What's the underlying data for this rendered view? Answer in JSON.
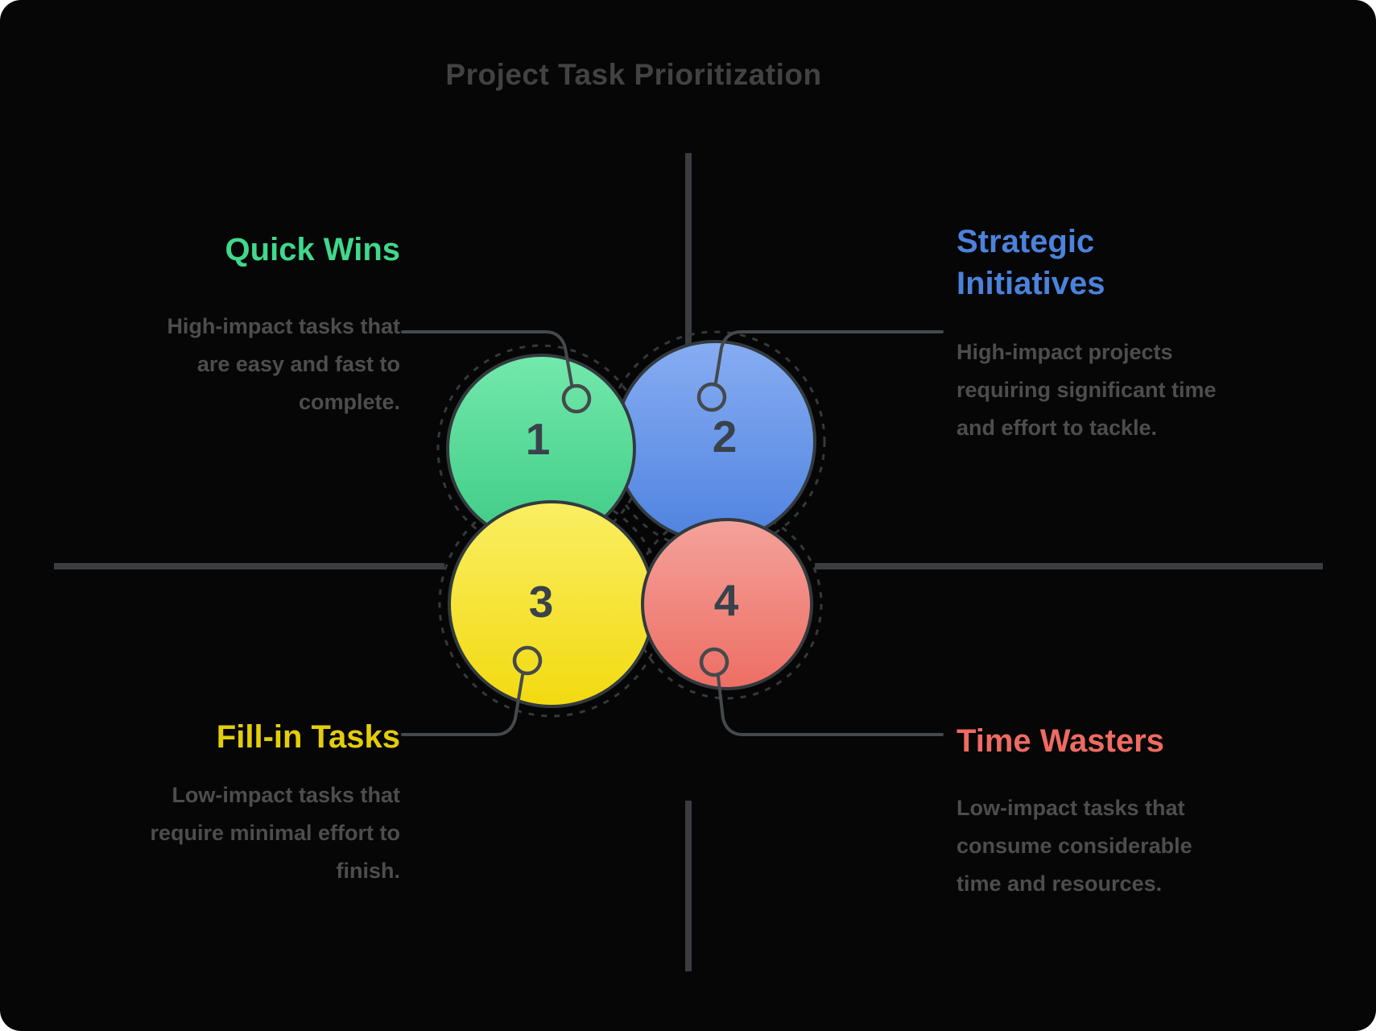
{
  "title": "Project Task Prioritization",
  "colors": {
    "background": "#060606",
    "title_text": "#424242",
    "description_text": "#4d4d4d",
    "axis_line": "#3a3d40",
    "connector_line": "#45494c",
    "number_text": "#39424a",
    "quick_wins_green": "#3fd98b",
    "strategic_blue": "#4b82dc",
    "fill_in_yellow": "#e3cd0a",
    "time_wasters_red": "#ee6b61"
  },
  "quadrants": [
    {
      "number": "1",
      "label": "Quick Wins",
      "label_color": "#3fd98b",
      "circle_color_top": "#73e9ac",
      "circle_color_bottom": "#3ecb85",
      "position": "top-left",
      "description": "High-impact tasks that are easy and fast to complete."
    },
    {
      "number": "2",
      "label": "Strategic Initiatives",
      "label_color": "#4b82dc",
      "circle_color_top": "#87adf2",
      "circle_color_bottom": "#4f83e0",
      "position": "top-right",
      "description": "High-impact projects requiring significant time and effort to tackle."
    },
    {
      "number": "3",
      "label": "Fill-in Tasks",
      "label_color": "#e3cd0a",
      "circle_color_top": "#faee63",
      "circle_color_bottom": "#f2da10",
      "position": "bottom-left",
      "description": "Low-impact tasks that require minimal effort to finish."
    },
    {
      "number": "4",
      "label": "Time Wasters",
      "label_color": "#ee6b61",
      "circle_color_top": "#f4a29b",
      "circle_color_bottom": "#ed6e64",
      "position": "bottom-right",
      "description": "Low-impact tasks that consume considerable time and resources."
    }
  ]
}
